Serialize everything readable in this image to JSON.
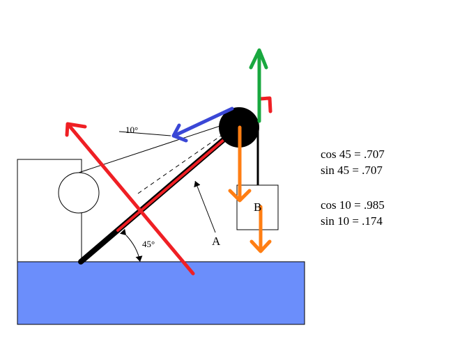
{
  "labels": {
    "angle_cable": "10°",
    "angle_boom": "45°",
    "boom": "A",
    "block": "B"
  },
  "trig_values": [
    "cos 45 = .707",
    "sin 45 = .707",
    "cos 10 = .985",
    "sin 10 = .174"
  ],
  "colors": {
    "ground": "#6b8efb",
    "boom": "#000000",
    "force_normal": "#ef1f24",
    "force_along_boom": "#ef1f24",
    "force_cable": "#3a47d6",
    "force_vertical": "#19a83f",
    "force_weight": "#ff7e13"
  }
}
